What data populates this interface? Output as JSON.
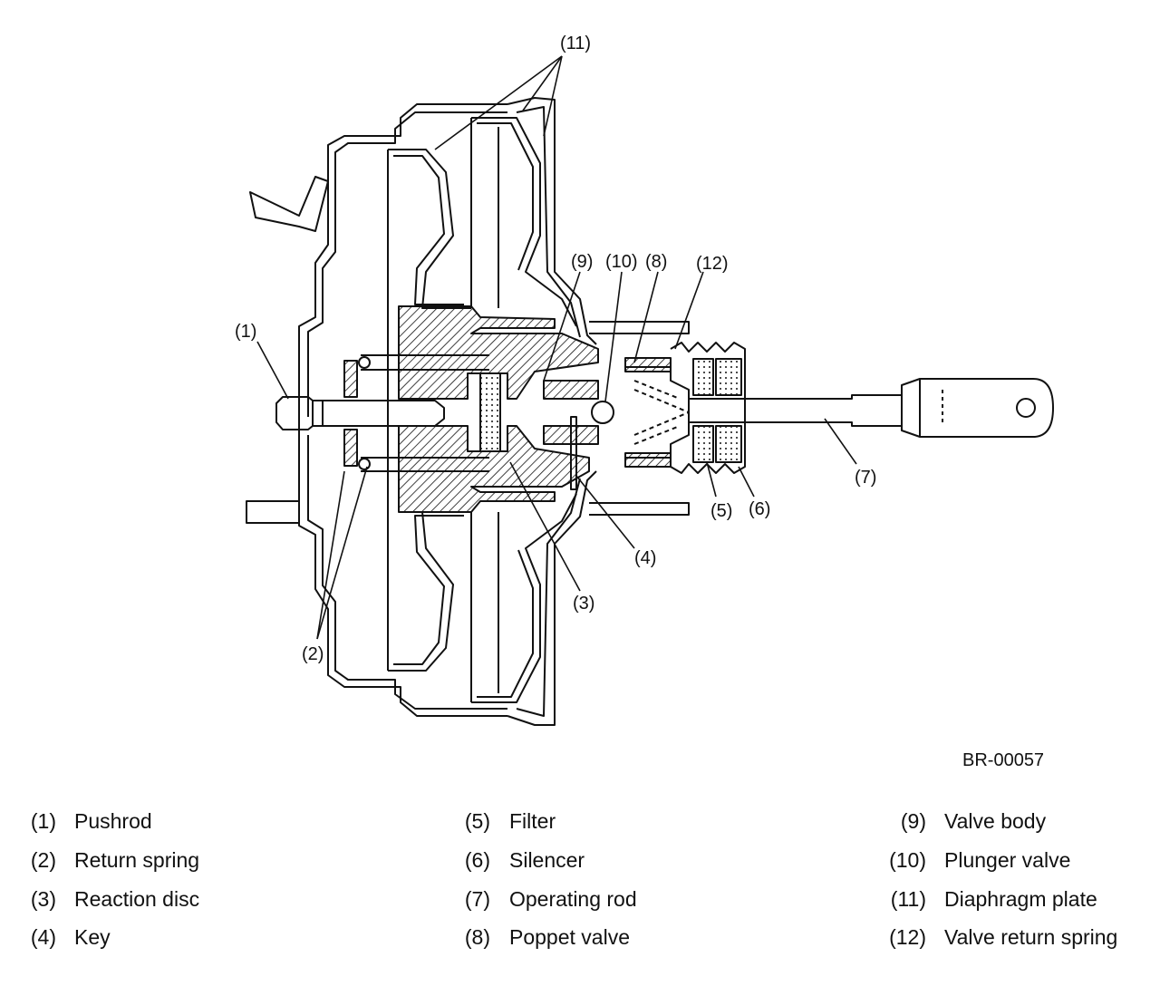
{
  "figure_id": "BR-00057",
  "callouts": {
    "c1": "(1)",
    "c2": "(2)",
    "c3": "(3)",
    "c4": "(4)",
    "c5": "(5)",
    "c6": "(6)",
    "c7": "(7)",
    "c8": "(8)",
    "c9": "(9)",
    "c10": "(10)",
    "c11": "(11)",
    "c12": "(12)"
  },
  "legend": {
    "col1": [
      {
        "num": "(1)",
        "name": "Pushrod"
      },
      {
        "num": "(2)",
        "name": "Return spring"
      },
      {
        "num": "(3)",
        "name": "Reaction disc"
      },
      {
        "num": "(4)",
        "name": "Key"
      }
    ],
    "col2": [
      {
        "num": "(5)",
        "name": "Filter"
      },
      {
        "num": "(6)",
        "name": "Silencer"
      },
      {
        "num": "(7)",
        "name": "Operating rod"
      },
      {
        "num": "(8)",
        "name": "Poppet valve"
      }
    ],
    "col3": [
      {
        "num": "(9)",
        "name": "Valve body"
      },
      {
        "num": "(10)",
        "name": "Plunger valve"
      },
      {
        "num": "(11)",
        "name": "Diaphragm plate"
      },
      {
        "num": "(12)",
        "name": "Valve return spring"
      }
    ]
  }
}
